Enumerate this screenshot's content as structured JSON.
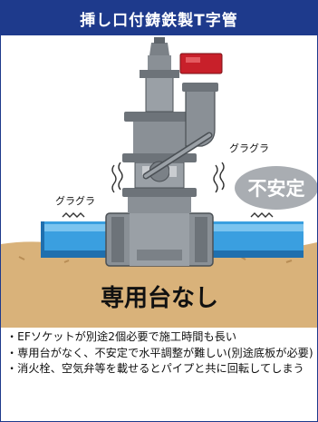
{
  "title": "挿し口付鋳鉄製T字管",
  "labels": {
    "shake_left": "グラグラ",
    "shake_right": "グラグラ",
    "unstable": "不安定",
    "no_stand": "専用台なし"
  },
  "notes": [
    "・EFソケットが別途2個必要で施工時間も長い",
    "・専用台がなく、不安定で水平調整が難しい(別途底板が必要)",
    "・消火栓、空気弁等を載せるとパイプと共に回転してしまう"
  ],
  "colors": {
    "header_bg": "#1e3a8c",
    "pipe": "#3a9fe0",
    "ground": "#d9b27a",
    "valve_metal": "#8a9096",
    "handle_red": "#c8202a",
    "unstable_bubble": "#a9adb2"
  }
}
